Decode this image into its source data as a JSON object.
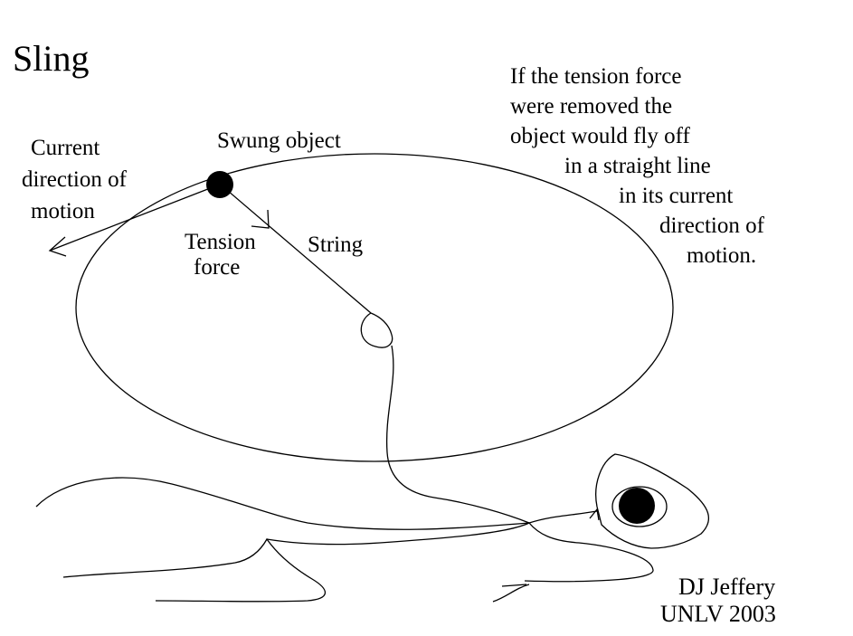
{
  "title": "Sling",
  "labels": {
    "current_direction": [
      "Current",
      "direction of",
      "motion"
    ],
    "swung_object": "Swung object",
    "tension_force": [
      "Tension",
      "force"
    ],
    "string": "String",
    "explanation": [
      "If the tension force",
      "were removed the",
      "object would fly off",
      "in a straight line",
      "in its current",
      "direction of",
      "motion."
    ],
    "credit": [
      "DJ Jeffery",
      "UNLV 2003"
    ]
  },
  "colors": {
    "line": "#000000",
    "background": "#ffffff"
  }
}
